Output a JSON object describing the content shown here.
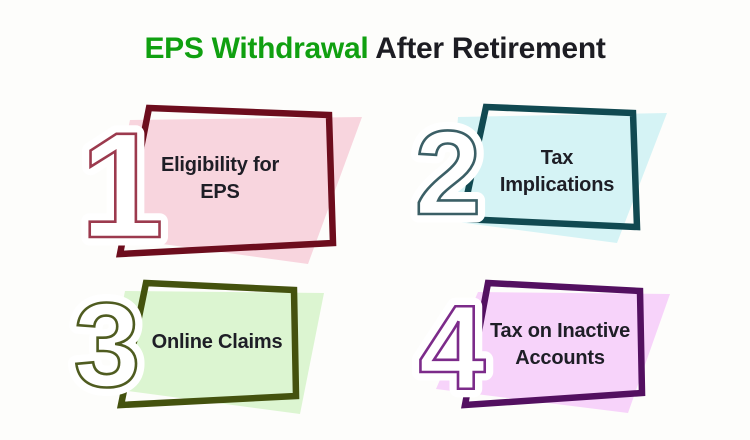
{
  "title": {
    "highlight": "EPS Withdrawal",
    "rest": " After Retirement",
    "highlight_color": "#10a010",
    "text_color": "#1d1d23"
  },
  "background_color": "#fdfdfb",
  "label_text_color": "#1e1e26",
  "cards": [
    {
      "number": "1",
      "lines": [
        "Eligibility for",
        "EPS"
      ],
      "fill_color": "#f8d5de",
      "frame_color": "#6d0d1d",
      "number_outline_color": "#9c3a4e"
    },
    {
      "number": "2",
      "lines": [
        "Tax",
        "Implications"
      ],
      "fill_color": "#d5f3f5",
      "frame_color": "#114951",
      "number_outline_color": "#3b5f66"
    },
    {
      "number": "3",
      "lines": [
        "Online Claims"
      ],
      "fill_color": "#dcf5d1",
      "frame_color": "#44520e",
      "number_outline_color": "#4f5c20"
    },
    {
      "number": "4",
      "lines": [
        "Tax on Inactive",
        "Accounts"
      ],
      "fill_color": "#f7d3fa",
      "frame_color": "#531060",
      "number_outline_color": "#7c2b8a"
    }
  ]
}
